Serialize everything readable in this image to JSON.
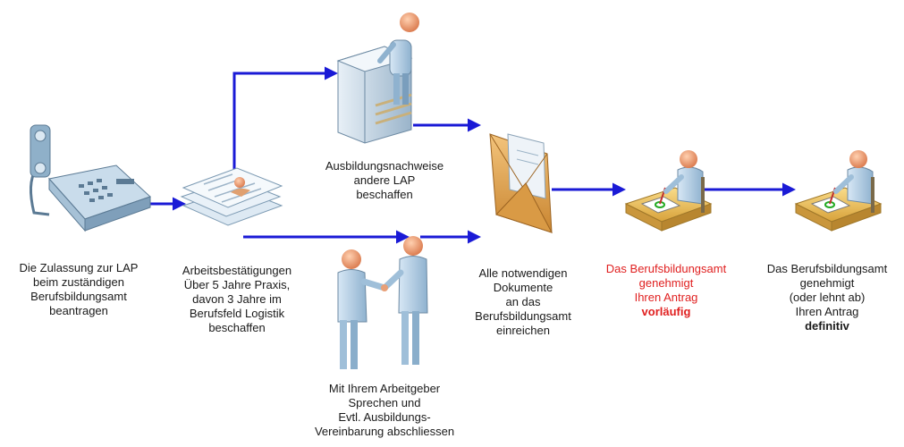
{
  "step_phone": {
    "lines": [
      "Die Zulassung zur LAP",
      "beim zuständigen",
      "Berufsbildungsamt",
      "beantragen"
    ]
  },
  "step_documents": {
    "lines": [
      "Arbeitsbestätigungen",
      "Über 5 Jahre Praxis,",
      "davon 3 Jahre im",
      "Berufsfeld Logistik",
      "beschaffen"
    ]
  },
  "step_copier": {
    "lines": [
      "Ausbildungsnachweise",
      "andere LAP",
      "beschaffen"
    ]
  },
  "step_employer": {
    "lines": [
      "Mit Ihrem Arbeitgeber",
      "Sprechen und",
      "Evtl. Ausbildungs-",
      "Vereinbarung abschliessen"
    ]
  },
  "step_submit": {
    "lines": [
      "Alle notwendigen",
      "Dokumente",
      "an das",
      "Berufsbildungsamt",
      "einreichen"
    ]
  },
  "step_provisional": {
    "lines": [
      "Das Berufsbildungsamt",
      "genehmigt",
      "Ihren Antrag"
    ],
    "emphasis": "vorläufig"
  },
  "step_final": {
    "lines": [
      "Das Berufsbildungsamt",
      "genehmigt",
      "(oder lehnt ab)",
      "Ihren Antrag"
    ],
    "emphasis": "definitiv"
  },
  "colors": {
    "arrow": "#1a1ad6",
    "figure_body": "#b9d3e8",
    "figure_head": "#f0a070",
    "envelope": "#e0a24a",
    "desk": "#f2c55c",
    "highlight_text": "#e02020"
  },
  "icons": [
    "telephone-icon",
    "documents-icon",
    "copier-worker-icon",
    "handshake-icon",
    "envelope-icon",
    "desk-worker-icon"
  ]
}
